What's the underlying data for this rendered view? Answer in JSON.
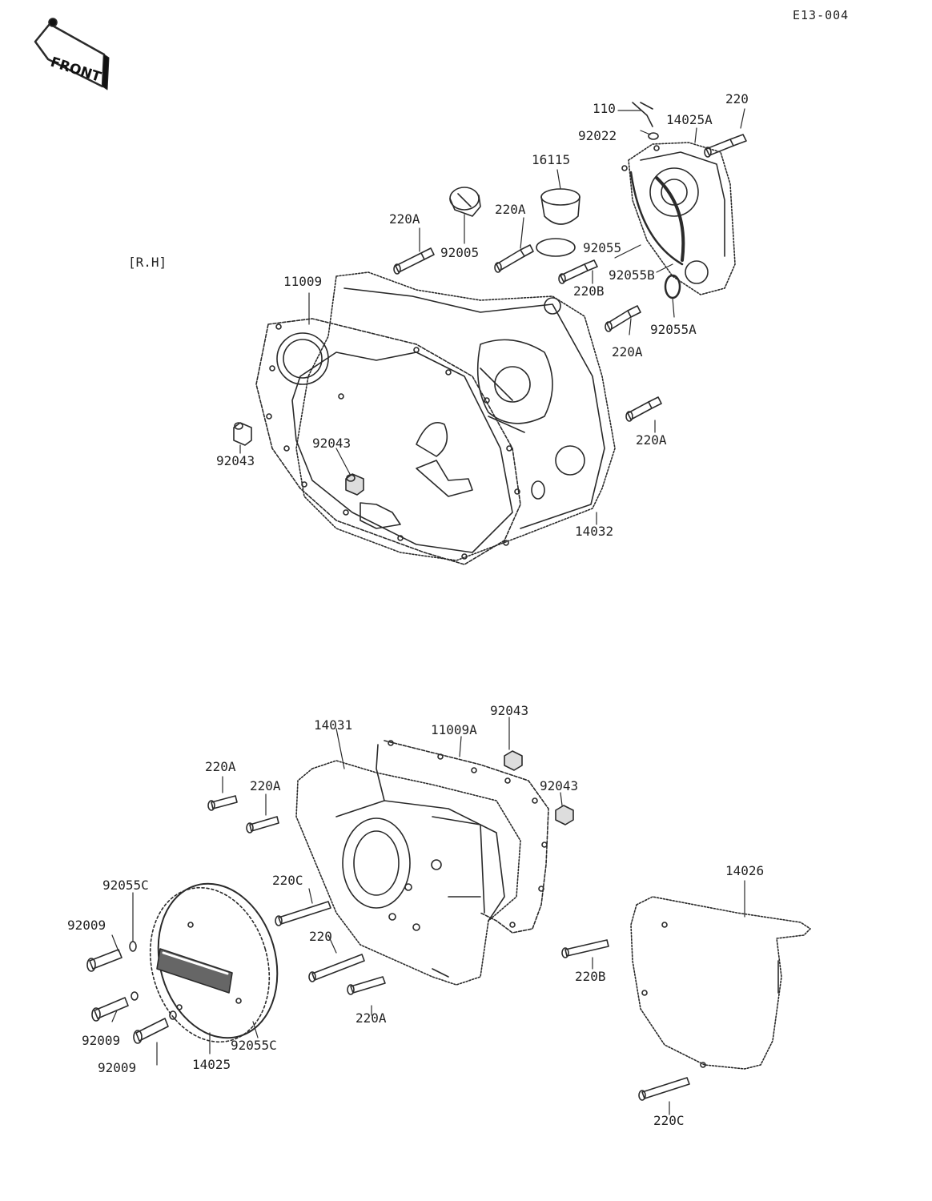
{
  "header": {
    "ref_code": "E13-004",
    "front_label": "FRONT",
    "side_label": "[R.H]"
  },
  "upper": {
    "labels": {
      "p110": "110",
      "p220_top": "220",
      "p92022": "92022",
      "p14025A": "14025A",
      "p16115": "16115",
      "p220A_a": "220A",
      "p220A_b": "220A",
      "p92005": "92005",
      "p92055": "92055",
      "p92055B": "92055B",
      "p220B": "220B",
      "p92055A": "92055A",
      "p220A_c": "220A",
      "p11009": "11009",
      "p220A_d": "220A",
      "p92043_a": "92043",
      "p92043_b": "92043",
      "p14032": "14032"
    }
  },
  "lower": {
    "labels": {
      "p92043_c": "92043",
      "p14031": "14031",
      "p11009A": "11009A",
      "p220A_e": "220A",
      "p220A_f": "220A",
      "p92043_d": "92043",
      "p14026": "14026",
      "p92055C_a": "92055C",
      "p220C_a": "220C",
      "p92009_a": "92009",
      "p220_bot": "220",
      "p220B_b": "220B",
      "p220A_g": "220A",
      "p92009_b": "92009",
      "p92055C_b": "92055C",
      "p92009_c": "92009",
      "p14025": "14025",
      "p220C_b": "220C"
    }
  },
  "colors": {
    "ink": "#2a2a2a",
    "paper": "#ffffff"
  }
}
